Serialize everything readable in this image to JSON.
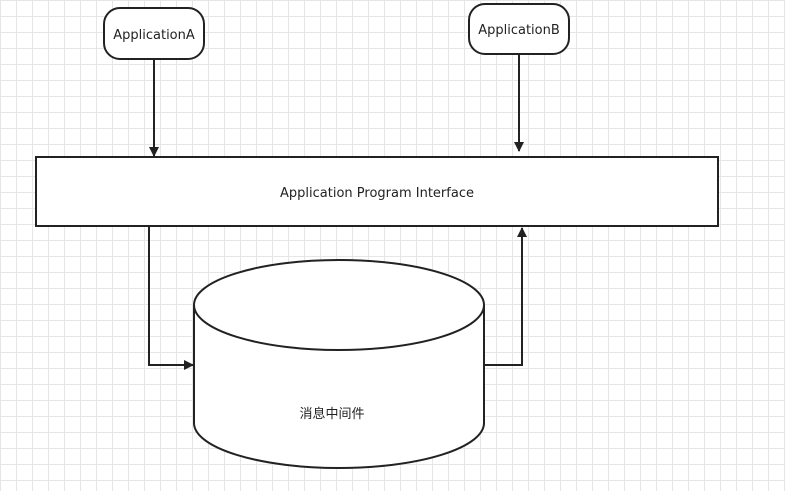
{
  "diagram": {
    "nodes": {
      "app_a": {
        "label": "ApplicationA",
        "shape": "rounded-rect"
      },
      "app_b": {
        "label": "ApplicationB",
        "shape": "rounded-rect"
      },
      "api": {
        "label": "Application Program Interface",
        "shape": "rect"
      },
      "middleware": {
        "label": "消息中间件",
        "shape": "cylinder"
      }
    },
    "edges": [
      {
        "from": "app_a",
        "to": "api"
      },
      {
        "from": "app_b",
        "to": "api"
      },
      {
        "from": "api",
        "to": "middleware"
      },
      {
        "from": "middleware",
        "to": "api"
      }
    ],
    "colors": {
      "stroke": "#222222",
      "fill": "#ffffff",
      "grid": "#e6e6e6"
    }
  }
}
